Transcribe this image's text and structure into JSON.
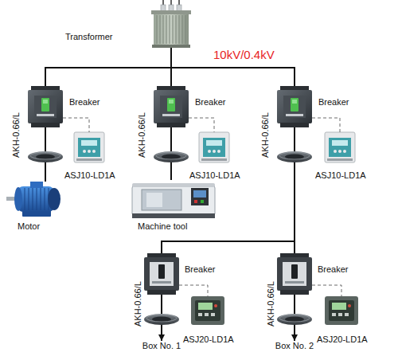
{
  "diagram": {
    "nodes": [
      {
        "text": [
          "Transformer",
          "10kV/0.4kV"
        ]
      },
      {
        "text": [
          "Breaker"
        ]
      },
      {
        "text": [
          "AKH-0.66/L"
        ]
      },
      {
        "text": [
          "ASJ10-LD1A"
        ]
      },
      {
        "text": [
          "Motor"
        ]
      },
      {
        "text": [
          "Breaker"
        ]
      },
      {
        "text": [
          "AKH-0.66/L"
        ]
      },
      {
        "text": [
          "ASJ10-LD1A"
        ]
      },
      {
        "text": [
          "Machine tool"
        ]
      },
      {
        "text": [
          "Breaker"
        ]
      },
      {
        "text": [
          "AKH-0.66/L"
        ]
      },
      {
        "text": [
          "ASJ10-LD1A"
        ]
      },
      {
        "text": [
          "Breaker"
        ]
      },
      {
        "text": [
          "AKH-0.66/L"
        ]
      },
      {
        "text": [
          "ASJ20-LD1A"
        ]
      },
      {
        "text": [
          "Box No. 1"
        ]
      },
      {
        "text": [
          "Breaker"
        ]
      },
      {
        "text": [
          "AKH-0.66/L"
        ]
      },
      {
        "text": [
          "ASJ20-LD1A"
        ]
      },
      {
        "text": [
          "Box No. 2"
        ]
      }
    ],
    "edges": [
      {
        "from": 0,
        "to": 1,
        "arrow": "none"
      },
      {
        "from": 0,
        "to": 5,
        "arrow": "none"
      },
      {
        "from": 0,
        "to": 9,
        "arrow": "none"
      },
      {
        "from": 1,
        "to": 2,
        "arrow": "none"
      },
      {
        "from": 1,
        "to": 3,
        "arrow": "none"
      },
      {
        "from": 2,
        "to": 4,
        "arrow": "none"
      },
      {
        "from": 5,
        "to": 6,
        "arrow": "none"
      },
      {
        "from": 5,
        "to": 7,
        "arrow": "none"
      },
      {
        "from": 6,
        "to": 8,
        "arrow": "none"
      },
      {
        "from": 9,
        "to": 10,
        "arrow": "none"
      },
      {
        "from": 9,
        "to": 11,
        "arrow": "none"
      },
      {
        "from": 10,
        "to": 12,
        "arrow": "none"
      },
      {
        "from": 10,
        "to": 16,
        "arrow": "none"
      },
      {
        "from": 12,
        "to": 13,
        "arrow": "none"
      },
      {
        "from": 12,
        "to": 14,
        "arrow": "none"
      },
      {
        "from": 13,
        "to": 15,
        "arrow": "to"
      },
      {
        "from": 16,
        "to": 17,
        "arrow": "none"
      },
      {
        "from": 16,
        "to": 18,
        "arrow": "none"
      },
      {
        "from": 17,
        "to": 19,
        "arrow": "to"
      }
    ]
  }
}
